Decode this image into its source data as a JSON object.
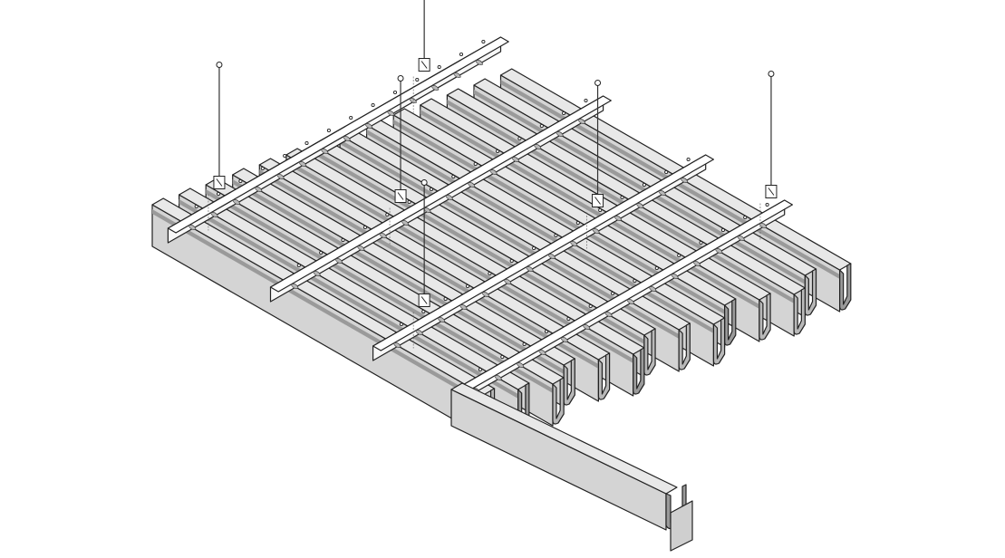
{
  "diagram": {
    "type": "isometric-technical-illustration",
    "colors": {
      "background": "#ffffff",
      "outline": "#222222",
      "panel_face": "#d4d4d4",
      "panel_top": "#e8e8e8",
      "panel_shadow": "#9a9a9a",
      "panel_inner": "#b8b8b8",
      "carrier": "#f7f7f7",
      "end_cap": "#cfcfcf"
    },
    "components": [
      {
        "name": "linear-panel",
        "count": 14
      },
      {
        "name": "carrier-rail",
        "count": 4
      },
      {
        "name": "suspension-rod",
        "count": 6
      },
      {
        "name": "hanger-clip",
        "count": 6
      },
      {
        "name": "end-cap",
        "count": 1
      }
    ]
  }
}
